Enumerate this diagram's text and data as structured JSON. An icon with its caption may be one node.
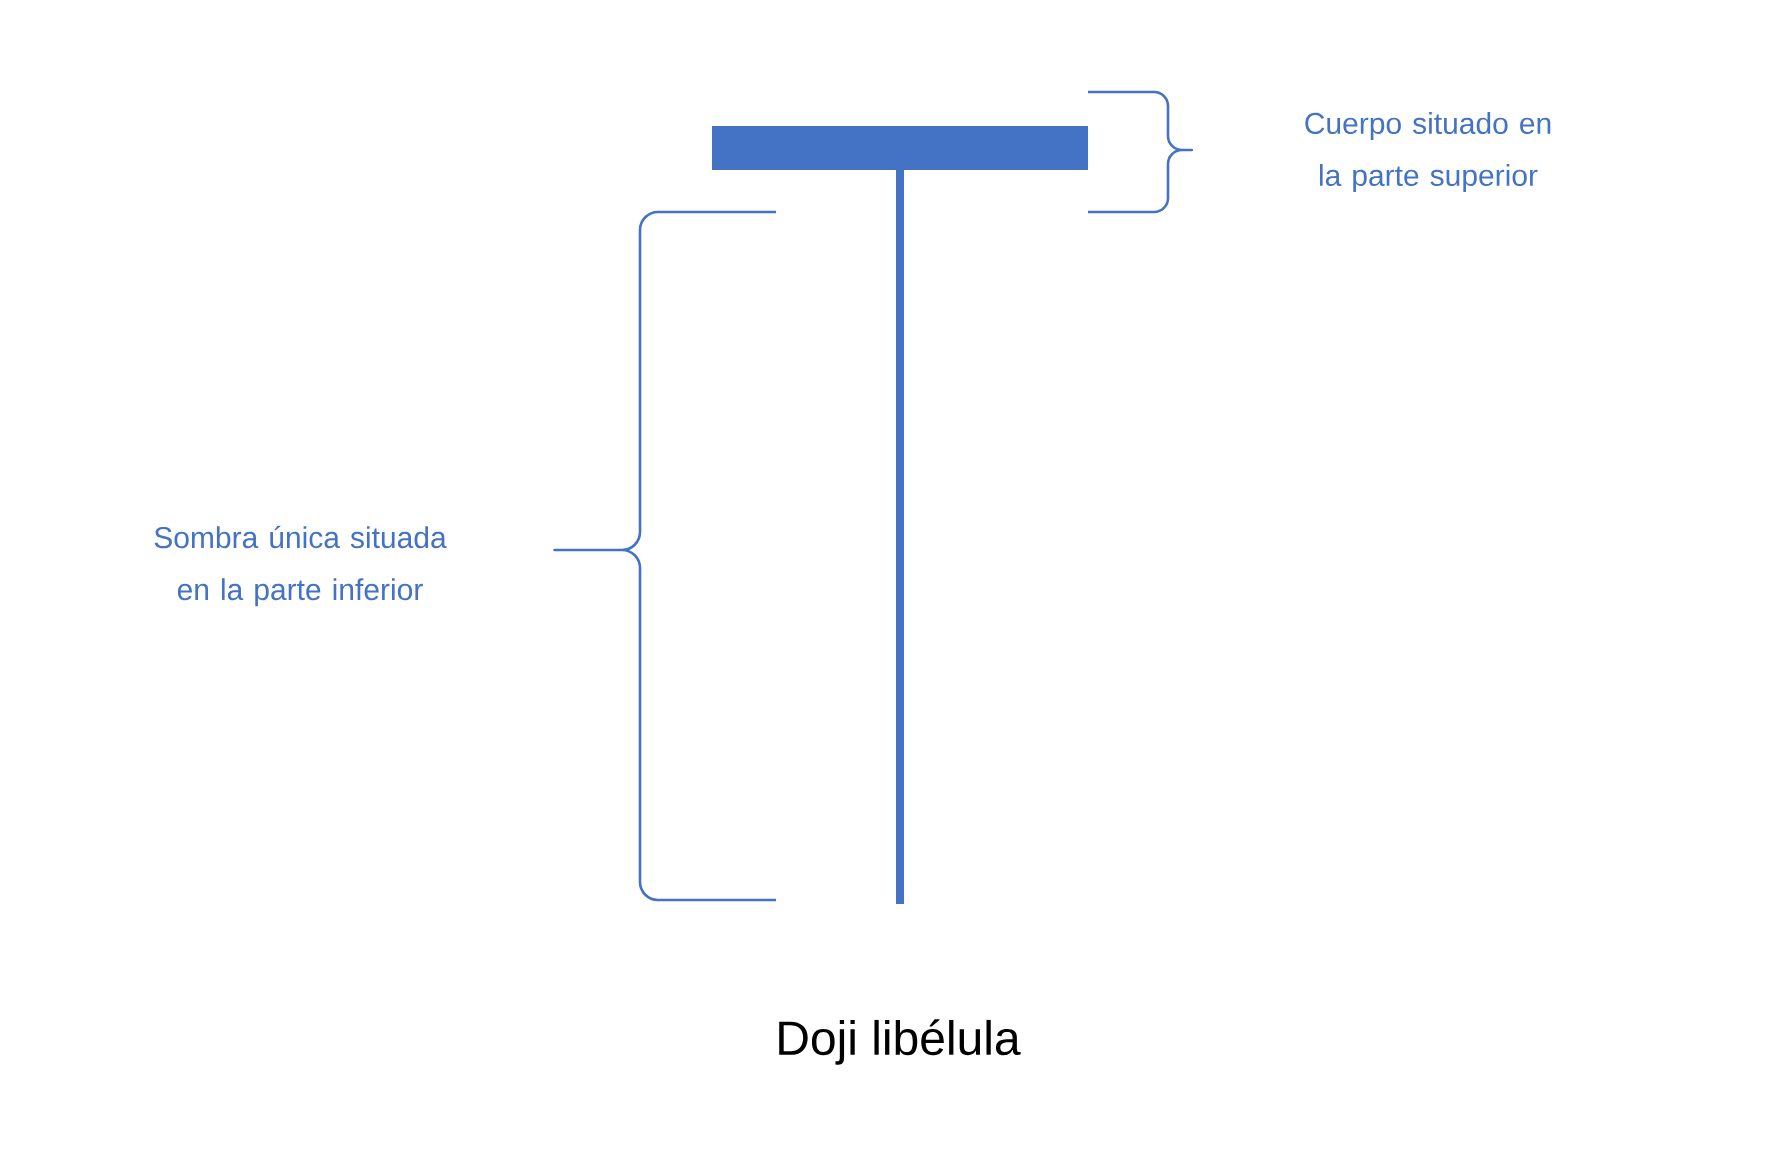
{
  "diagram": {
    "caption": "Doji libélula",
    "labels": [
      "Cuerpo situado en la parte superior",
      "Sombra única situada en la parte inferior"
    ]
  }
}
